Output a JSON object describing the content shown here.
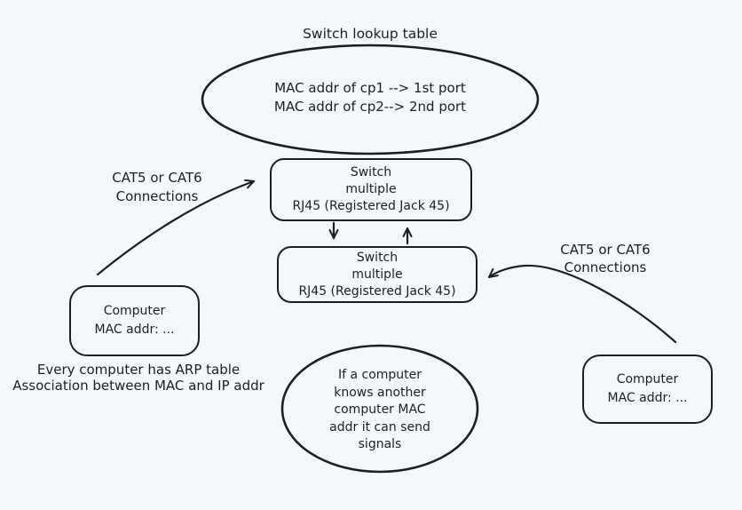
{
  "colors": {
    "background": "#f4f8fc",
    "stroke": "#1e1e1e"
  },
  "title": "Switch lookup table",
  "lookup_ellipse": {
    "lines": [
      "MAC addr of cp1 --> 1st port",
      "MAC addr of cp2--> 2nd port"
    ]
  },
  "switch_top": {
    "lines": [
      "Switch",
      "multiple",
      "RJ45 (Registered Jack 45)"
    ]
  },
  "switch_bottom": {
    "lines": [
      "Switch",
      "multiple",
      "RJ45 (Registered Jack 45)"
    ]
  },
  "computer_left": {
    "lines": [
      "Computer",
      "MAC addr: ..."
    ]
  },
  "computer_right": {
    "lines": [
      "Computer",
      "MAC addr: ..."
    ]
  },
  "label_cat5_left": {
    "lines": [
      "CAT5 or CAT6",
      "Connections"
    ]
  },
  "label_cat5_right": {
    "lines": [
      "CAT5 or CAT6",
      "Connections"
    ]
  },
  "arp_note": {
    "lines": [
      "Every computer has ARP table",
      "Association between MAC and IP addr"
    ]
  },
  "knowledge_ellipse": {
    "lines": [
      "If a computer",
      "knows another",
      "computer MAC",
      "addr it can send",
      "signals"
    ]
  }
}
